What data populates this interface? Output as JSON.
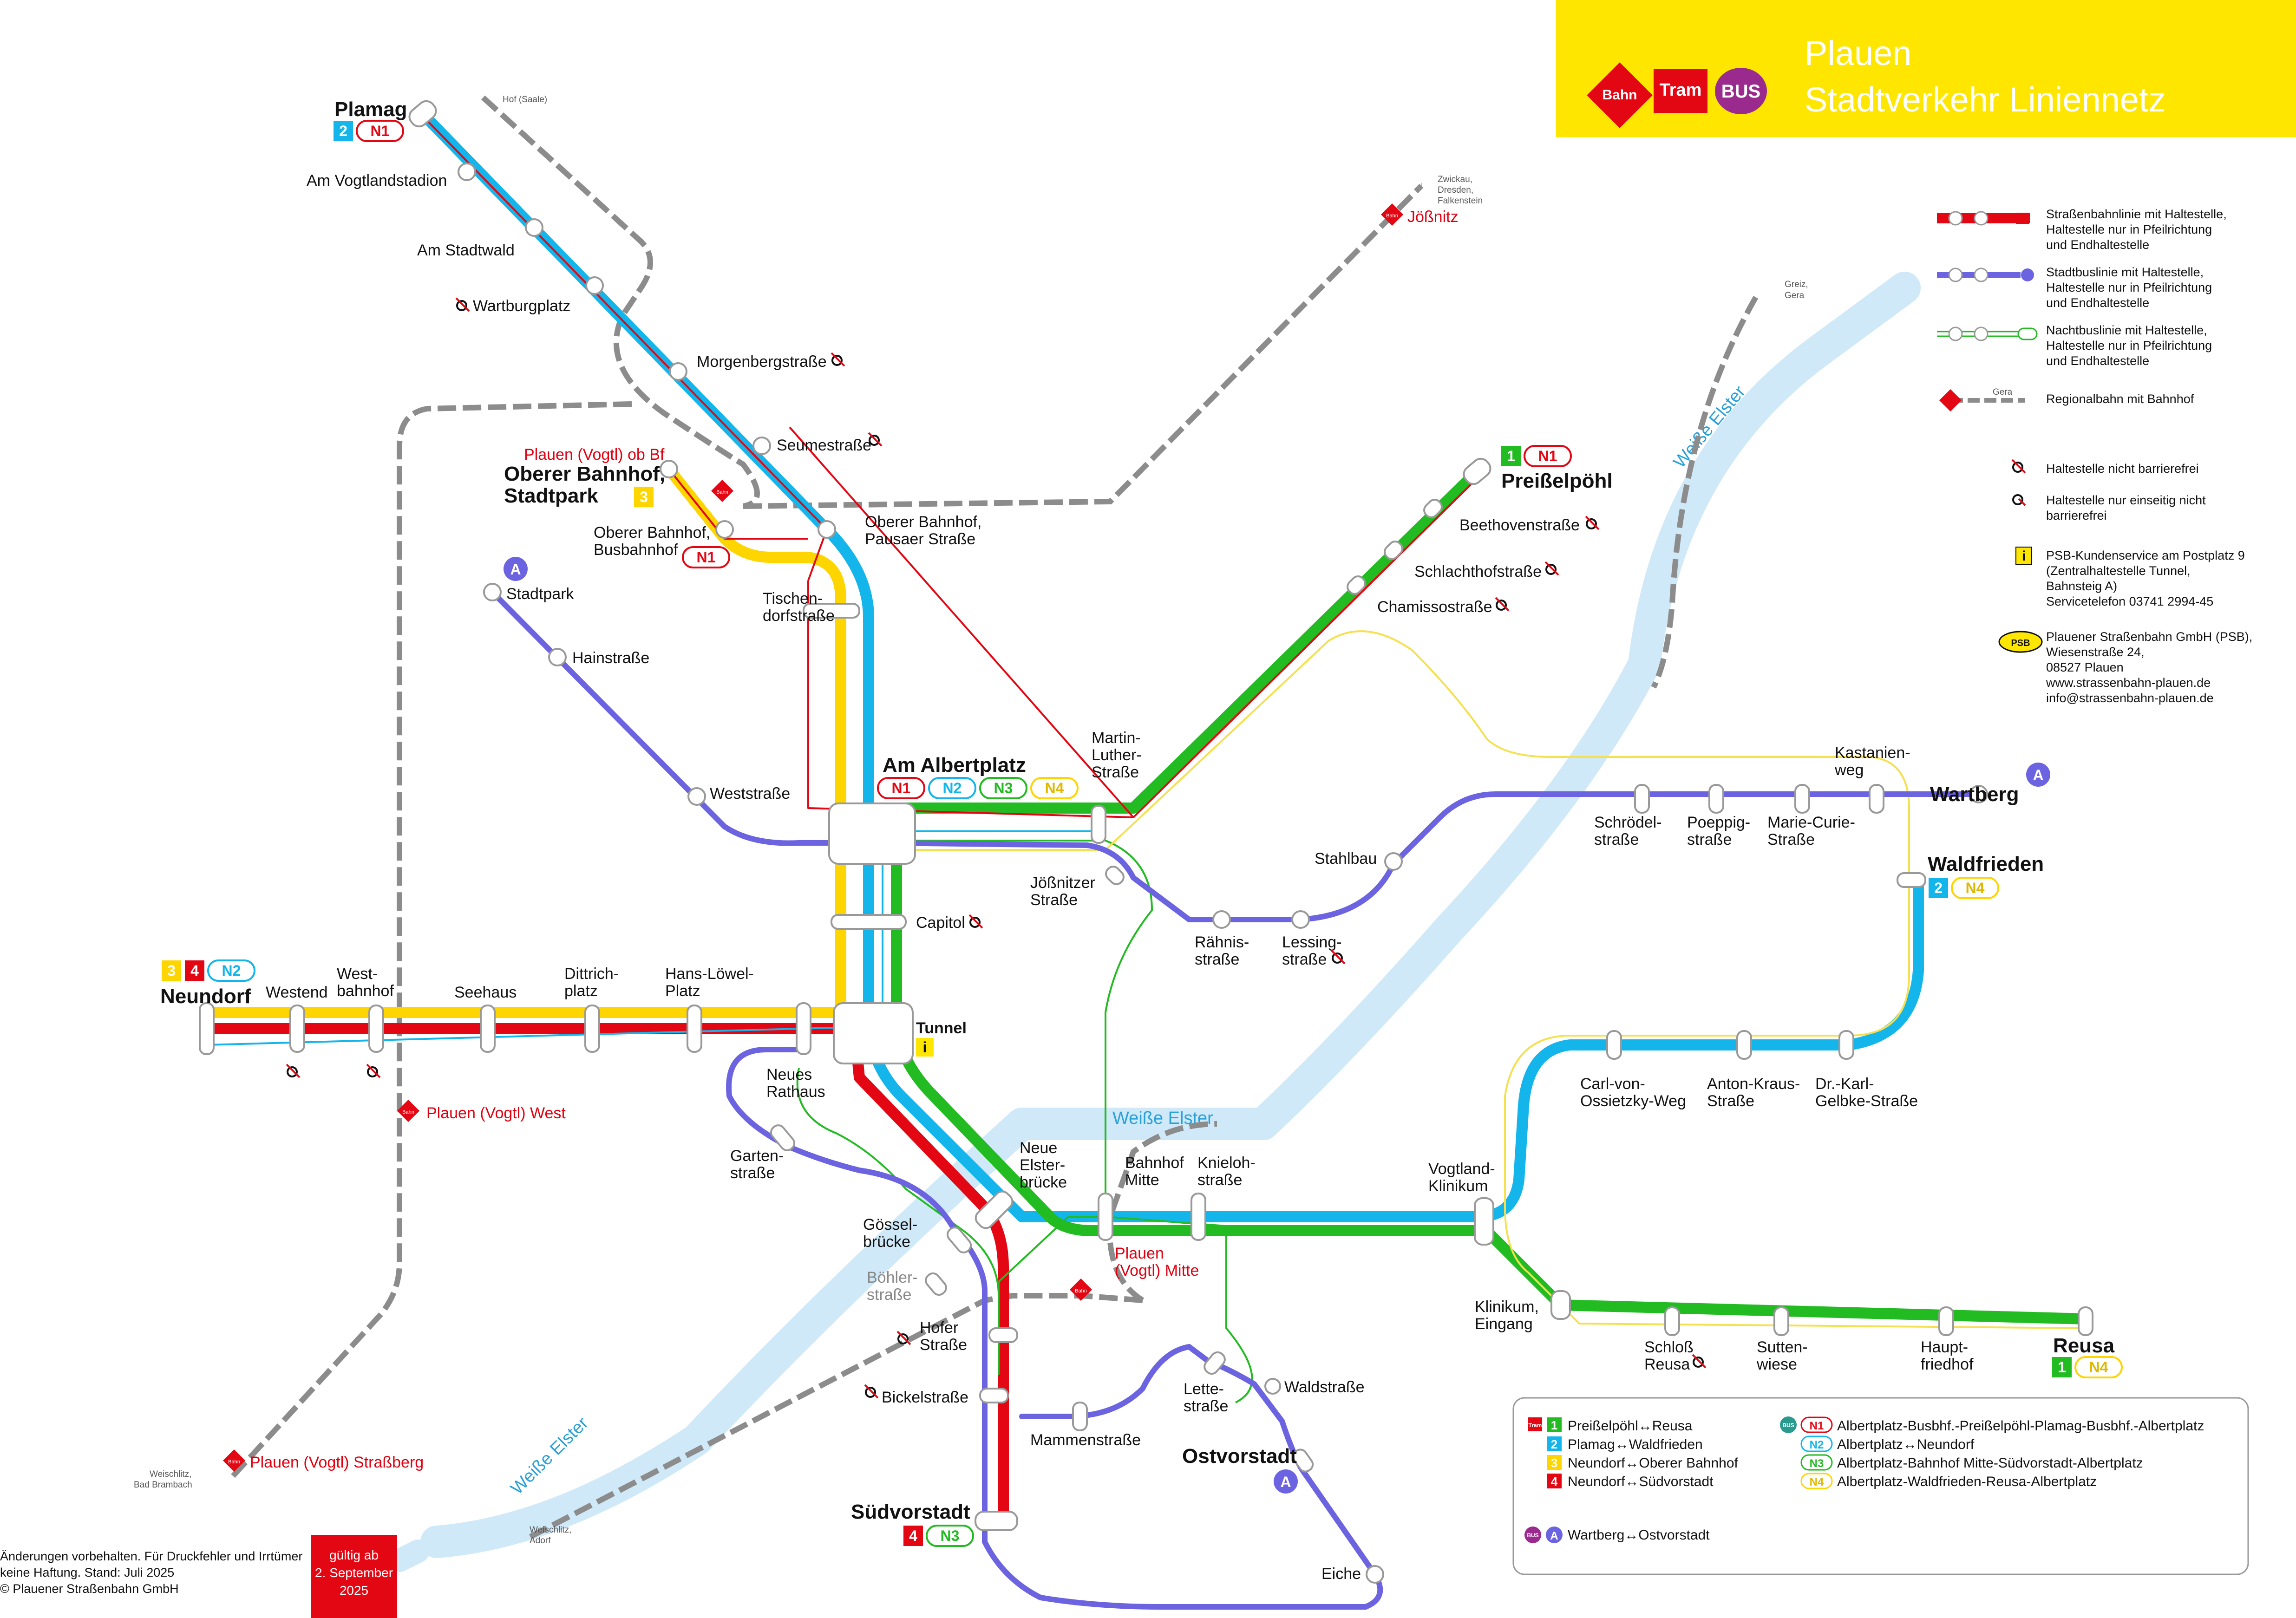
{
  "header": {
    "title_line1": "Plauen",
    "title_line2": "Stadtverkehr Liniennetz",
    "logo_bahn": "Bahn",
    "logo_tram": "Tram",
    "logo_bus": "BUS",
    "background": "#ffe600"
  },
  "colors": {
    "line1": "#22bb22",
    "line2": "#13b5ea",
    "line3": "#ffd500",
    "line4": "#e30613",
    "bus_a": "#6b63e0",
    "rail": "#888888",
    "river": "#cfe9f8",
    "rail_station": "#e30613"
  },
  "stations": {
    "plamag": "Plamag",
    "vogtlandstadion": "Am Vogtlandstadion",
    "stadtwald": "Am Stadtwald",
    "wartburgplatz": "Wartburgplatz",
    "morgenbergstrasse": "Morgenbergstraße",
    "seumestrasse": "Seumestraße",
    "oberer_bf_stadtpark_1": "Oberer Bahnhof,",
    "oberer_bf_stadtpark_2": "Stadtpark",
    "oberer_bf_pausaer_1": "Oberer Bahnhof,",
    "oberer_bf_pausaer_2": "Pausaer Straße",
    "oberer_bf_busbf_1": "Oberer Bahnhof,",
    "oberer_bf_busbf_2": "Busbahnhof",
    "tischendorf_1": "Tischen-",
    "tischendorf_2": "dorfstraße",
    "stadtpark": "Stadtpark",
    "hainstrasse": "Hainstraße",
    "weststrasse": "Weststraße",
    "albertplatz": "Am Albertplatz",
    "martin_luther_1": "Martin-",
    "martin_luther_2": "Luther-",
    "martin_luther_3": "Straße",
    "preisselpoehl": "Preißelpöhl",
    "beethovenstrasse": "Beethovenstraße",
    "schlachthofstrasse": "Schlachthofstraße",
    "chamissostrasse": "Chamissostraße",
    "capitol": "Capitol",
    "tunnel": "Tunnel",
    "joessnitzer_1": "Jößnitzer",
    "joessnitzer_2": "Straße",
    "raehnis_1": "Rähnis-",
    "raehnis_2": "straße",
    "lessing_1": "Lessing-",
    "lessing_2": "straße",
    "stahlbau": "Stahlbau",
    "schroedel_1": "Schrödel-",
    "schroedel_2": "straße",
    "poeppig_1": "Poeppig-",
    "poeppig_2": "straße",
    "mariecurie_1": "Marie-Curie-",
    "mariecurie_2": "Straße",
    "kastanien_1": "Kastanien-",
    "kastanien_2": "weg",
    "wartberg": "Wartberg",
    "waldfrieden": "Waldfrieden",
    "ossietzky_1": "Carl-von-",
    "ossietzky_2": "Ossietzky-Weg",
    "antonkraus_1": "Anton-Kraus-",
    "antonkraus_2": "Straße",
    "gelbke_1": "Dr.-Karl-",
    "gelbke_2": "Gelbke-Straße",
    "neundorf": "Neundorf",
    "westend": "Westend",
    "westbahnhof_1": "West-",
    "westbahnhof_2": "bahnhof",
    "seehaus": "Seehaus",
    "dittrich_1": "Dittrich-",
    "dittrich_2": "platz",
    "hanslowel_1": "Hans-Löwel-",
    "hanslowel_2": "Platz",
    "neues_rathaus_1": "Neues",
    "neues_rathaus_2": "Rathaus",
    "garten_1": "Garten-",
    "garten_2": "straße",
    "goessel_1": "Gössel-",
    "goessel_2": "brücke",
    "boehler_1": "Böhler-",
    "boehler_2": "straße",
    "hofer_1": "Hofer",
    "hofer_2": "Straße",
    "bickelstrasse": "Bickelstraße",
    "neue_elster_1": "Neue",
    "neue_elster_2": "Elster-",
    "neue_elster_3": "brücke",
    "bf_mitte_1": "Bahnhof",
    "bf_mitte_2": "Mitte",
    "knieloh_1": "Knieloh-",
    "knieloh_2": "straße",
    "vogtlandklinikum_1": "Vogtland-",
    "vogtlandklinikum_2": "Klinikum",
    "klinikum_eingang_1": "Klinikum,",
    "klinikum_eingang_2": "Eingang",
    "schloss_reusa_1": "Schloß",
    "schloss_reusa_2": "Reusa",
    "suttenwiese_1": "Sutten-",
    "suttenwiese_2": "wiese",
    "hauptfriedhof_1": "Haupt-",
    "hauptfriedhof_2": "friedhof",
    "reusa": "Reusa",
    "mammenstrasse": "Mammenstraße",
    "lettestrasse_1": "Lette-",
    "lettestrasse_2": "straße",
    "waldstrasse": "Waldstraße",
    "ostvorstadt": "Ostvorstadt",
    "eiche": "Eiche",
    "suedvorstadt": "Südvorstadt"
  },
  "rail_stations": {
    "ob_bf": "Plauen (Vogtl) ob Bf",
    "west": "Plauen (Vogtl) West",
    "mitte_1": "Plauen",
    "mitte_2": "(Vogtl) Mitte",
    "strassberg": "Plauen (Vogtl) Straßberg",
    "joessnitz": "Jößnitz"
  },
  "rail_destinations": {
    "hof": "Hof (Saale)",
    "zwickau_1": "Zwickau,",
    "zwickau_2": "Dresden,",
    "zwickau_3": "Falkenstein",
    "greiz_1": "Greiz,",
    "greiz_2": "Gera",
    "weischlitz_adorf_1": "Weischlitz,",
    "weischlitz_adorf_2": "Adorf",
    "weischlitz_brambach_1": "Weischlitz,",
    "weischlitz_brambach_2": "Bad Brambach"
  },
  "river": {
    "name": "Weiße Elster"
  },
  "badges": {
    "l1": "1",
    "l2": "2",
    "l3": "3",
    "l4": "4",
    "n1": "N1",
    "n2": "N2",
    "n3": "N3",
    "n4": "N4",
    "a": "A",
    "info": "i",
    "bahn_small": "Bahn"
  },
  "legend_top": {
    "tram": [
      "Straßenbahnlinie mit Haltestelle,",
      "Haltestelle nur in Pfeilrichtung",
      "und Endhaltestelle"
    ],
    "bus": [
      "Stadtbuslinie mit Haltestelle,",
      "Haltestelle nur in Pfeilrichtung",
      "und Endhaltestelle"
    ],
    "night": [
      "Nachtbuslinie mit Haltestelle,",
      "Haltestelle nur in Pfeilrichtung",
      "und Endhaltestelle"
    ],
    "rail": "Regionalbahn mit Bahnhof",
    "rail_sample": "Gera",
    "not_accessible": "Haltestelle nicht barrierefrei",
    "one_side": [
      "Haltestelle nur einseitig nicht",
      "barrierefrei"
    ],
    "service": [
      "PSB-Kundenservice am Postplatz 9",
      "(Zentralhaltestelle Tunnel,",
      "Bahnsteig A)",
      "Servicetelefon 03741 2994-45"
    ],
    "company": [
      "Plauener Straßenbahn GmbH (PSB),",
      "Wiesenstraße 24,",
      "08527 Plauen",
      "www.strassenbahn-plauen.de",
      "info@strassenbahn-plauen.de"
    ],
    "psb_logo": "PSB"
  },
  "legend_box": {
    "line1": "Preißelpöhl↔Reusa",
    "line2": "Plamag↔Waldfrieden",
    "line3": "Neundorf↔Oberer Bahnhof",
    "line4": "Neundorf↔Südvorstadt",
    "n1": "Albertplatz-Busbhf.-Preißelpöhl-Plamag-Busbhf.-Albertplatz",
    "n2": "Albertplatz↔Neundorf",
    "n3": "Albertplatz-Bahnhof Mitte-Südvorstadt-Albertplatz",
    "n4": "Albertplatz-Waldfrieden-Reusa-Albertplatz",
    "bus_a": "Wartberg↔Ostvorstadt",
    "tram_tag": "Tram",
    "bus_tag": "BUS"
  },
  "footer": {
    "disclaimer": [
      "Änderungen vorbehalten. Für Druckfehler und Irrtümer",
      "keine Haftung. Stand: Juli 2025",
      "© Plauener Straßenbahn GmbH"
    ],
    "valid": [
      "gültig ab",
      "2. September",
      "2025"
    ]
  }
}
